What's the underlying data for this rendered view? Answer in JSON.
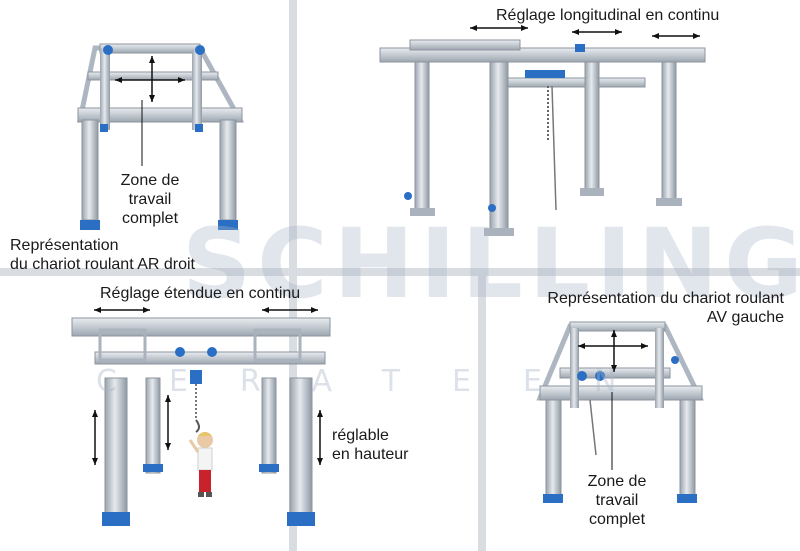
{
  "labels": {
    "top_right": "Réglage longitudinal en continu",
    "zone_top_line1": "Zone de",
    "zone_top_line2": "travail",
    "zone_top_line3": "complet",
    "rep_ar_line1": "Représentation",
    "rep_ar_line2": "du chariot roulant AR droit",
    "bottom_left_title": "Réglage étendue en continu",
    "rep_av_line1": "Représentation du chariot roulant",
    "rep_av_line2": "AV gauche",
    "reglable_line1": "réglable",
    "reglable_line2": "en hauteur",
    "zone_bottom_line1": "Zone de",
    "zone_bottom_line2": "travail",
    "zone_bottom_line3": "complet"
  },
  "watermark": {
    "brand": "SCHILLING",
    "tagline": "CERATEEN"
  },
  "colors": {
    "aluminium": "#c9d0d8",
    "aluminium_dark": "#8e98a3",
    "accent_blue": "#2a6fc4",
    "grid_line": "#d8dbe0",
    "child_shirt": "#f4f4f4",
    "child_pants": "#c8222a"
  }
}
